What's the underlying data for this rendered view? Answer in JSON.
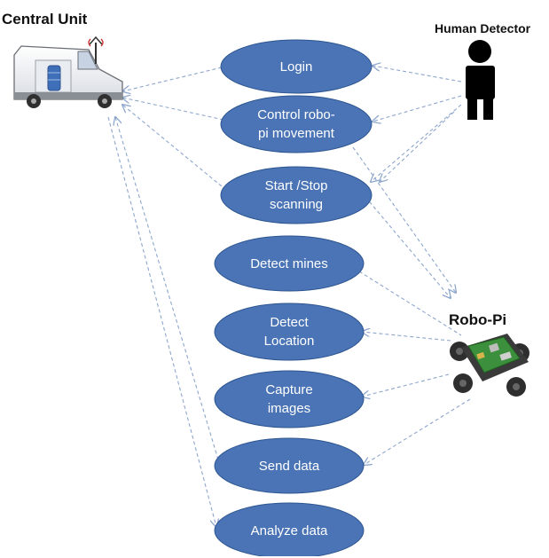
{
  "actors": {
    "central_unit": "Central Unit",
    "human_detector": "Human Detector",
    "robo_pi": "Robo-Pi"
  },
  "use_cases": [
    {
      "id": "login",
      "label": "Login"
    },
    {
      "id": "control",
      "label": "Control robo-\npi movement"
    },
    {
      "id": "scan",
      "label": "Start /Stop\nscanning"
    },
    {
      "id": "mines",
      "label": "Detect mines"
    },
    {
      "id": "location",
      "label": "Detect\nLocation"
    },
    {
      "id": "capture",
      "label": "Capture\nimages"
    },
    {
      "id": "send",
      "label": "Send data"
    },
    {
      "id": "analyze",
      "label": "Analyze data"
    }
  ],
  "colors": {
    "use_case_fill": "#4a74b6",
    "use_case_stroke": "#2d5590",
    "arrow": "#8ea6cc"
  }
}
